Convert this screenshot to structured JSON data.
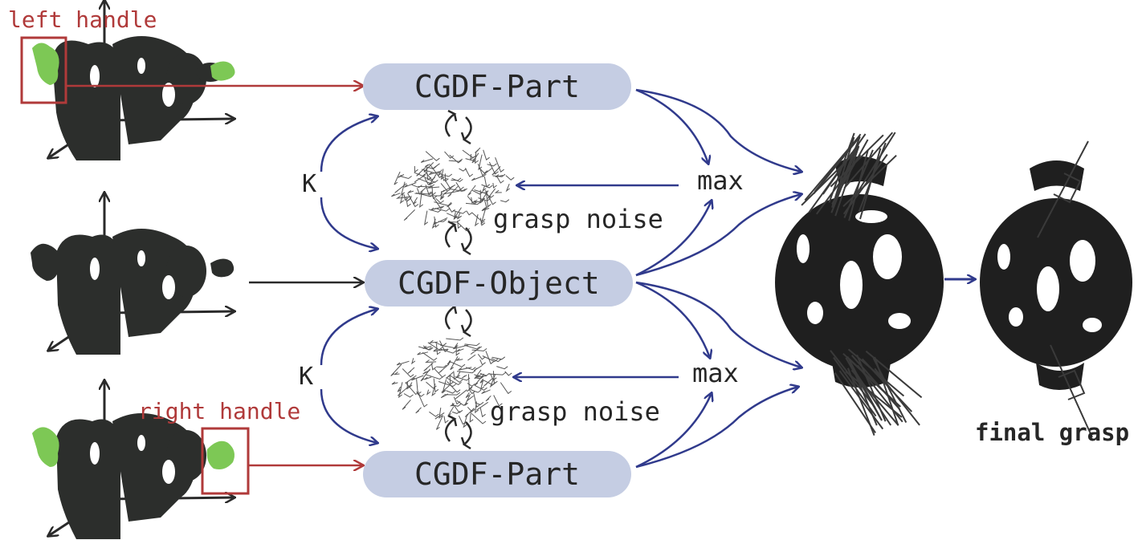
{
  "labels": {
    "left_handle": "left handle",
    "right_handle": "right handle",
    "final_grasp": "final grasp",
    "k_top": "K",
    "k_bottom": "K",
    "max_top": "max",
    "max_bottom": "max",
    "noise_top": "grasp noise",
    "noise_bottom": "grasp noise"
  },
  "nodes": {
    "part_top": "CGDF-Part",
    "object": "CGDF-Object",
    "part_bottom": "CGDF-Part"
  },
  "colors": {
    "node_fill": "#c5cde3",
    "flow_arrow": "#303a8c",
    "handle_highlight": "#b03a3a",
    "handle_part": "#7dc855",
    "object_cloud": "#1f1f1f"
  }
}
